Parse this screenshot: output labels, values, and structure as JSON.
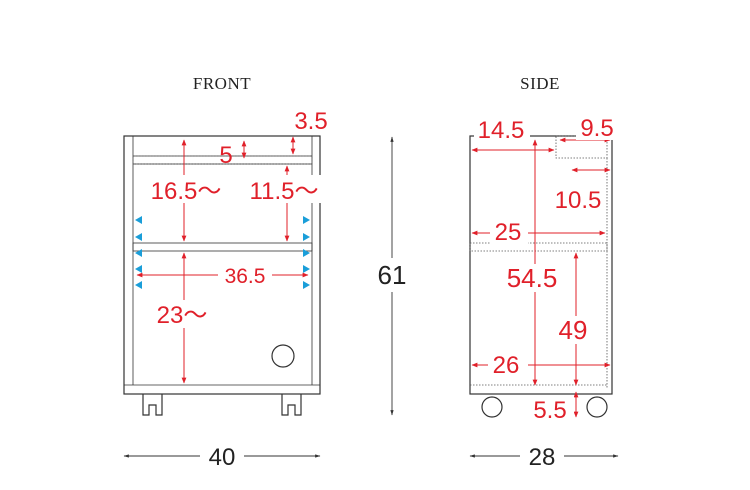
{
  "colors": {
    "dimension": "#e0202a",
    "outline": "#333333",
    "marker": "#1a9ed9"
  },
  "front": {
    "title": "FRONT",
    "top_gap": "3.5",
    "top_shelf": "5",
    "upper_left": "16.5～",
    "upper_right": "11.5～",
    "inner_width": "36.5",
    "lower_height": "23～",
    "total_width": "40"
  },
  "height": {
    "total": "61"
  },
  "side": {
    "title": "SIDE",
    "top_depth": "14.5",
    "notch_width": "9.5",
    "notch_height": "10.5",
    "shelf_depth": "25",
    "inner_height": "54.5",
    "lower_height": "49",
    "bottom_depth": "26",
    "caster_height": "5.5",
    "total_depth": "28"
  }
}
